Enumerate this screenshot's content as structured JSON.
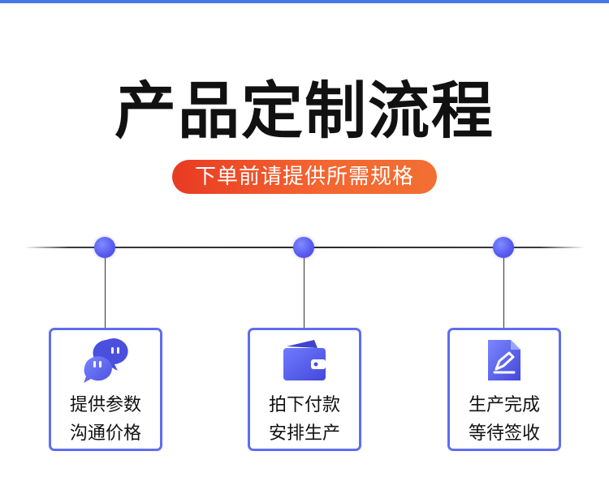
{
  "title": "产品定制流程",
  "subtitle": "下单前请提供所需规格",
  "colors": {
    "accent": "#5f6df0",
    "pill_start": "#e83a22",
    "pill_end": "#f26f33",
    "top_bar": "#4a78e8"
  },
  "steps": [
    {
      "icon": "chat-bubbles-icon",
      "line1": "提供参数",
      "line2": "沟通价格"
    },
    {
      "icon": "wallet-icon",
      "line1": "拍下付款",
      "line2": "安排生产"
    },
    {
      "icon": "signed-document-icon",
      "line1": "生产完成",
      "line2": "等待签收"
    }
  ]
}
